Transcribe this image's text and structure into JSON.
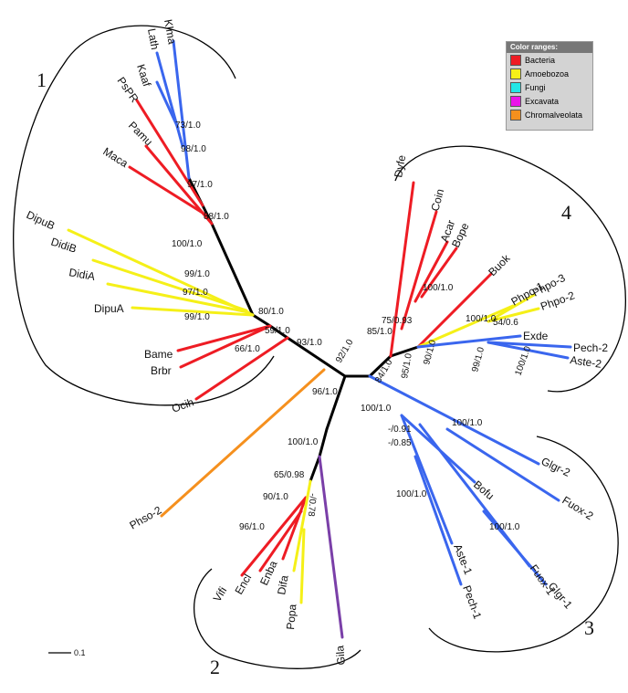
{
  "legend": {
    "title": "Color ranges:",
    "items": [
      {
        "label": "Bacteria",
        "color": "#ee1c24"
      },
      {
        "label": "Amoebozoa",
        "color": "#f5f018"
      },
      {
        "label": "Fungi",
        "color": "#22e6e6"
      },
      {
        "label": "Excavata",
        "color": "#ea12ea"
      },
      {
        "label": "Chromalveolata",
        "color": "#f5901e"
      }
    ]
  },
  "colors": {
    "bacteria": "#ee1c24",
    "amoebozoa": "#f5f018",
    "fungi_branch": "#3a66ee",
    "excavata": "#7a3fa8",
    "chromalveolata": "#f5901e",
    "backbone": "#000000"
  },
  "groups": [
    "1",
    "2",
    "3",
    "4"
  ],
  "taxa": [
    "Klma",
    "Lath",
    "Kaaf",
    "PsPR",
    "Pamu",
    "Maca",
    "DipuB",
    "DidiB",
    "DidiA",
    "DipuA",
    "Bame",
    "Brbr",
    "Ocih",
    "Phso-2",
    "Vifi",
    "Encl",
    "Enba",
    "Difa",
    "Popa",
    "Gila",
    "Dyfe",
    "Coin",
    "Acar",
    "Bope",
    "Buok",
    "Phpo-1",
    "Phpo-3",
    "Phpo-2",
    "Exde",
    "Pech-2",
    "Aste-2",
    "Glgr-2",
    "Fuox-2",
    "Bofu",
    "Aste-1",
    "Pech-1",
    "Fuox-1",
    "Glgr-1"
  ],
  "support": [
    "73/1.0",
    "98/1.0",
    "97/1.0",
    "88/1.0",
    "100/1.0",
    "99/1.0",
    "97/1.0",
    "99/1.0",
    "80/1.0",
    "59/1.0",
    "66/1.0",
    "93/1.0",
    "92/1.0",
    "96/1.0",
    "100/1.0",
    "65/0.98",
    "90/1.0",
    "-/0.78",
    "96/1.0",
    "85/1.0",
    "75/0.93",
    "100/1.0",
    "84/1.0",
    "95/1.0",
    "90/1.0",
    "100/1.0",
    "54/0.6",
    "99/1.0",
    "100/1.0",
    "100/1.0",
    "-/0.91",
    "-/0.85",
    "100/1.0",
    "100/1.0",
    "100/1.0"
  ],
  "scale": "0.1"
}
